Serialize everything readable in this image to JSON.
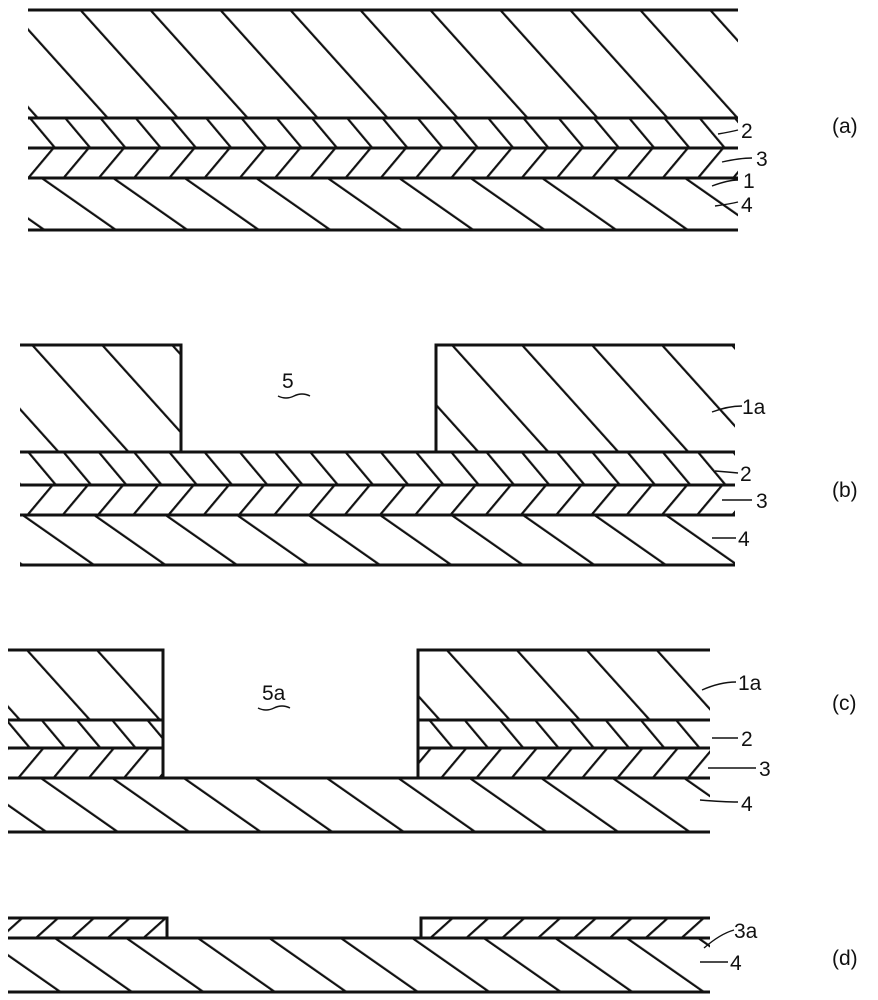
{
  "figure": {
    "panels": [
      {
        "id": "a",
        "caption": "(a)",
        "labels": [
          "1",
          "2",
          "3",
          "4"
        ]
      },
      {
        "id": "b",
        "caption": "(b)",
        "labels": [
          "5",
          "1a",
          "2",
          "3",
          "4"
        ]
      },
      {
        "id": "c",
        "caption": "(c)",
        "labels": [
          "5a",
          "1a",
          "2",
          "3",
          "4"
        ]
      },
      {
        "id": "d",
        "caption": "(d)",
        "labels": [
          "3a",
          "4"
        ]
      }
    ],
    "colors": {
      "ink": "#111111",
      "background": "#ffffff"
    }
  }
}
